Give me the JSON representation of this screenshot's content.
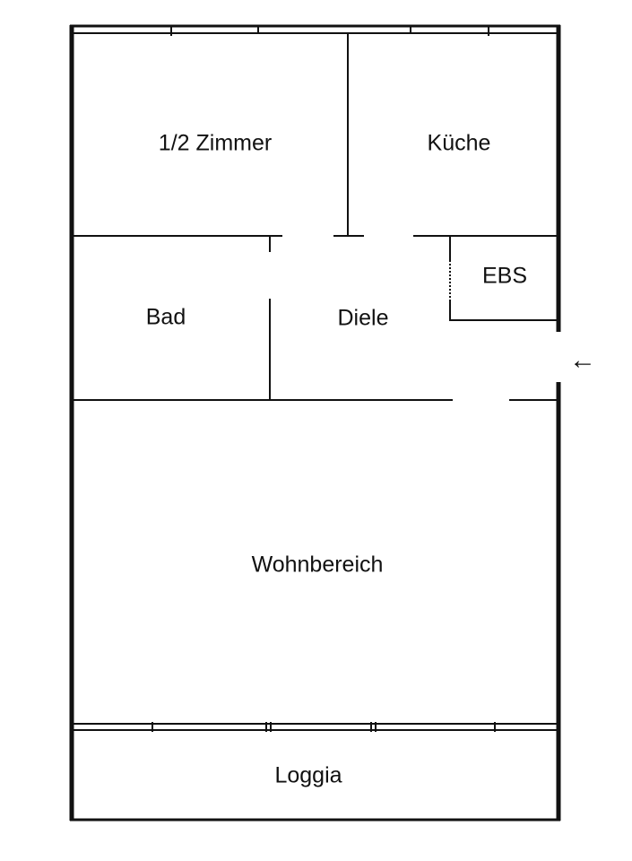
{
  "plan": {
    "title": "Floor plan",
    "wall_color": "#111111",
    "background": "#ffffff"
  },
  "rooms": {
    "half_room": "1/2 Zimmer",
    "kitchen": "Küche",
    "ebs": "EBS",
    "bathroom": "Bad",
    "hallway": "Diele",
    "living": "Wohnbereich",
    "loggia": "Loggia"
  },
  "entrance": {
    "icon": "arrow-left-icon",
    "glyph": "←"
  }
}
